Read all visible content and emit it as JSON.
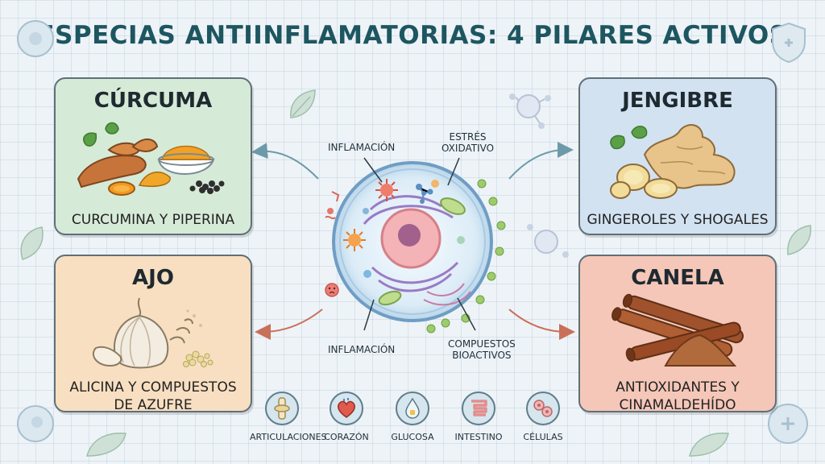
{
  "title": "ESPECIAS ANTIINFLAMATORIAS: 4 PILARES ACTIVOS",
  "cards": {
    "curcuma": {
      "name": "CÚRCUMA",
      "compounds": "CURCUMINA Y PIPERINA"
    },
    "jengibre": {
      "name": "JENGIBRE",
      "compounds": "GINGEROLES Y SHOGALES"
    },
    "ajo": {
      "name": "AJO",
      "compounds_line1": "ALICINA Y COMPUESTOS",
      "compounds_line2": "DE AZUFRE"
    },
    "canela": {
      "name": "CANELA",
      "compounds_line1": "ANTIOXIDANTES Y",
      "compounds_line2": "CINAMALDEHÍDO"
    }
  },
  "cell_labels": {
    "top_left": "INFLAMACIÓN",
    "top_right_line1": "ESTRÉS",
    "top_right_line2": "OXIDATIVO",
    "bottom_left": "INFLAMACIÓN",
    "bottom_right_line1": "COMPUESTOS",
    "bottom_right_line2": "BIOACTIVOS"
  },
  "organs": [
    {
      "label": "ARTICULACIONES",
      "icon": "joint-icon"
    },
    {
      "label": "CORAZÓN",
      "icon": "heart-icon"
    },
    {
      "label": "GLUCOSA",
      "icon": "glucose-drop-icon"
    },
    {
      "label": "INTESTINO",
      "icon": "intestine-icon"
    },
    {
      "label": "CÉLULAS",
      "icon": "cells-icon"
    }
  ],
  "colors": {
    "title": "#1d5660",
    "curcuma_bg": "#d6ead8",
    "jengibre_bg": "#d2e2f1",
    "ajo_bg": "#f8dfc1",
    "canela_bg": "#f5c7b8",
    "arrow_left": "#6d9aa8",
    "arrow_right_bottom": "#c9705a"
  }
}
